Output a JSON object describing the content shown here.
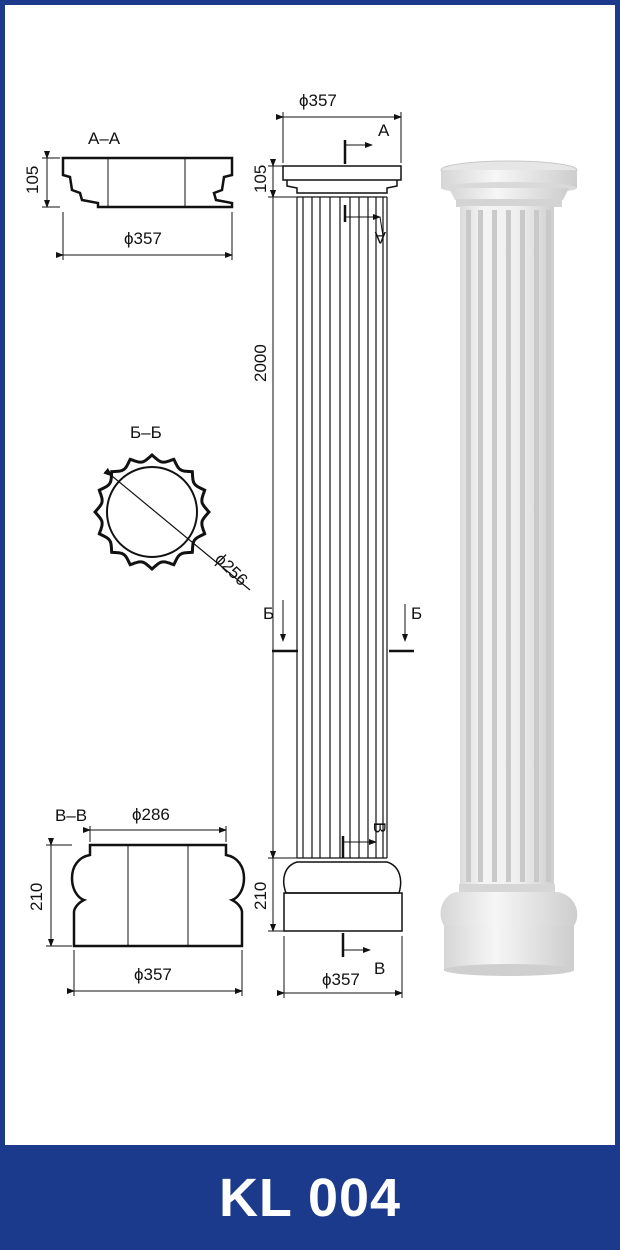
{
  "colors": {
    "frame": "#1b3a8c",
    "footer_bg": "#1b3a8c",
    "footer_text": "#ffffff",
    "line": "#111111"
  },
  "labels": {
    "section_aa": "А–А",
    "section_bb": "Б–Б",
    "section_vv": "В–В",
    "mark_a": "А",
    "mark_b": "Б",
    "mark_v": "В"
  },
  "dimensions": {
    "cap_height": "105",
    "cap_diameter": "ϕ357",
    "top_diameter": "ϕ357",
    "shaft_height": "2000",
    "shaft_diameter": "ϕ256",
    "base_top_diameter": "ϕ286",
    "base_height": "210",
    "base_diameter": "ϕ357",
    "bottom_diameter": "ϕ357"
  },
  "footer": {
    "code": "KL 004"
  }
}
